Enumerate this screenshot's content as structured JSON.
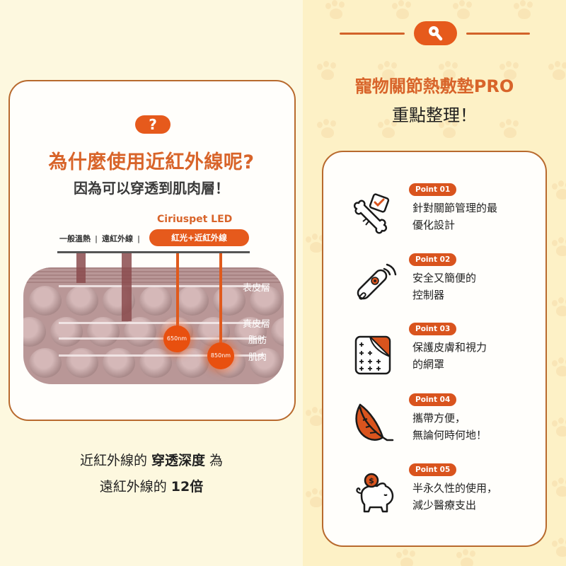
{
  "left": {
    "question_icon": "question-mark",
    "title": "為什麼使用近紅外線呢?",
    "subtitle": "因為可以穿透到肌肉層！",
    "brand": "Ciriuspet LED",
    "legend": {
      "general_heat": "一般溫熱",
      "far_infrared": "遠紅外線",
      "led_label": "紅光+近紅外線"
    },
    "diagram": {
      "wavelength_650": "650nm",
      "wavelength_850": "850nm",
      "layers": [
        "表皮層",
        "真皮層",
        "脂肪",
        "肌肉"
      ]
    },
    "conclusion": {
      "line1_pre": "近紅外線的 ",
      "line1_bold": "穿透深度",
      "line1_post": " 為",
      "line2_pre": "遠紅外線的 ",
      "line2_bold": "12倍"
    }
  },
  "right": {
    "header_icon": "search-icon",
    "title": "寵物關節熱敷墊PRO",
    "subtitle": "重點整理！",
    "points": [
      {
        "badge": "Point 01",
        "line1": "針對關節管理的最",
        "line2": "優化設計",
        "icon": "bone-check-icon"
      },
      {
        "badge": "Point 02",
        "line1": "安全又簡便的",
        "line2": "控制器",
        "icon": "remote-control-icon"
      },
      {
        "badge": "Point 03",
        "line1": "保護皮膚和視力",
        "line2": "的網罩",
        "icon": "fabric-mesh-icon"
      },
      {
        "badge": "Point 04",
        "line1": "攜帶方便，",
        "line2": "無論何時何地！",
        "icon": "feather-icon"
      },
      {
        "badge": "Point 05",
        "line1": "半永久性的使用，",
        "line2": "減少醫療支出",
        "icon": "piggy-bank-icon"
      }
    ]
  },
  "colors": {
    "accent_orange": "#e65a1c",
    "badge_orange": "#d9541e",
    "title_orange": "#d8642a",
    "card_border": "#b86a2e",
    "bg_left": "#fdf8df",
    "bg_right": "#fdf1c6",
    "skin": "#b99797"
  }
}
